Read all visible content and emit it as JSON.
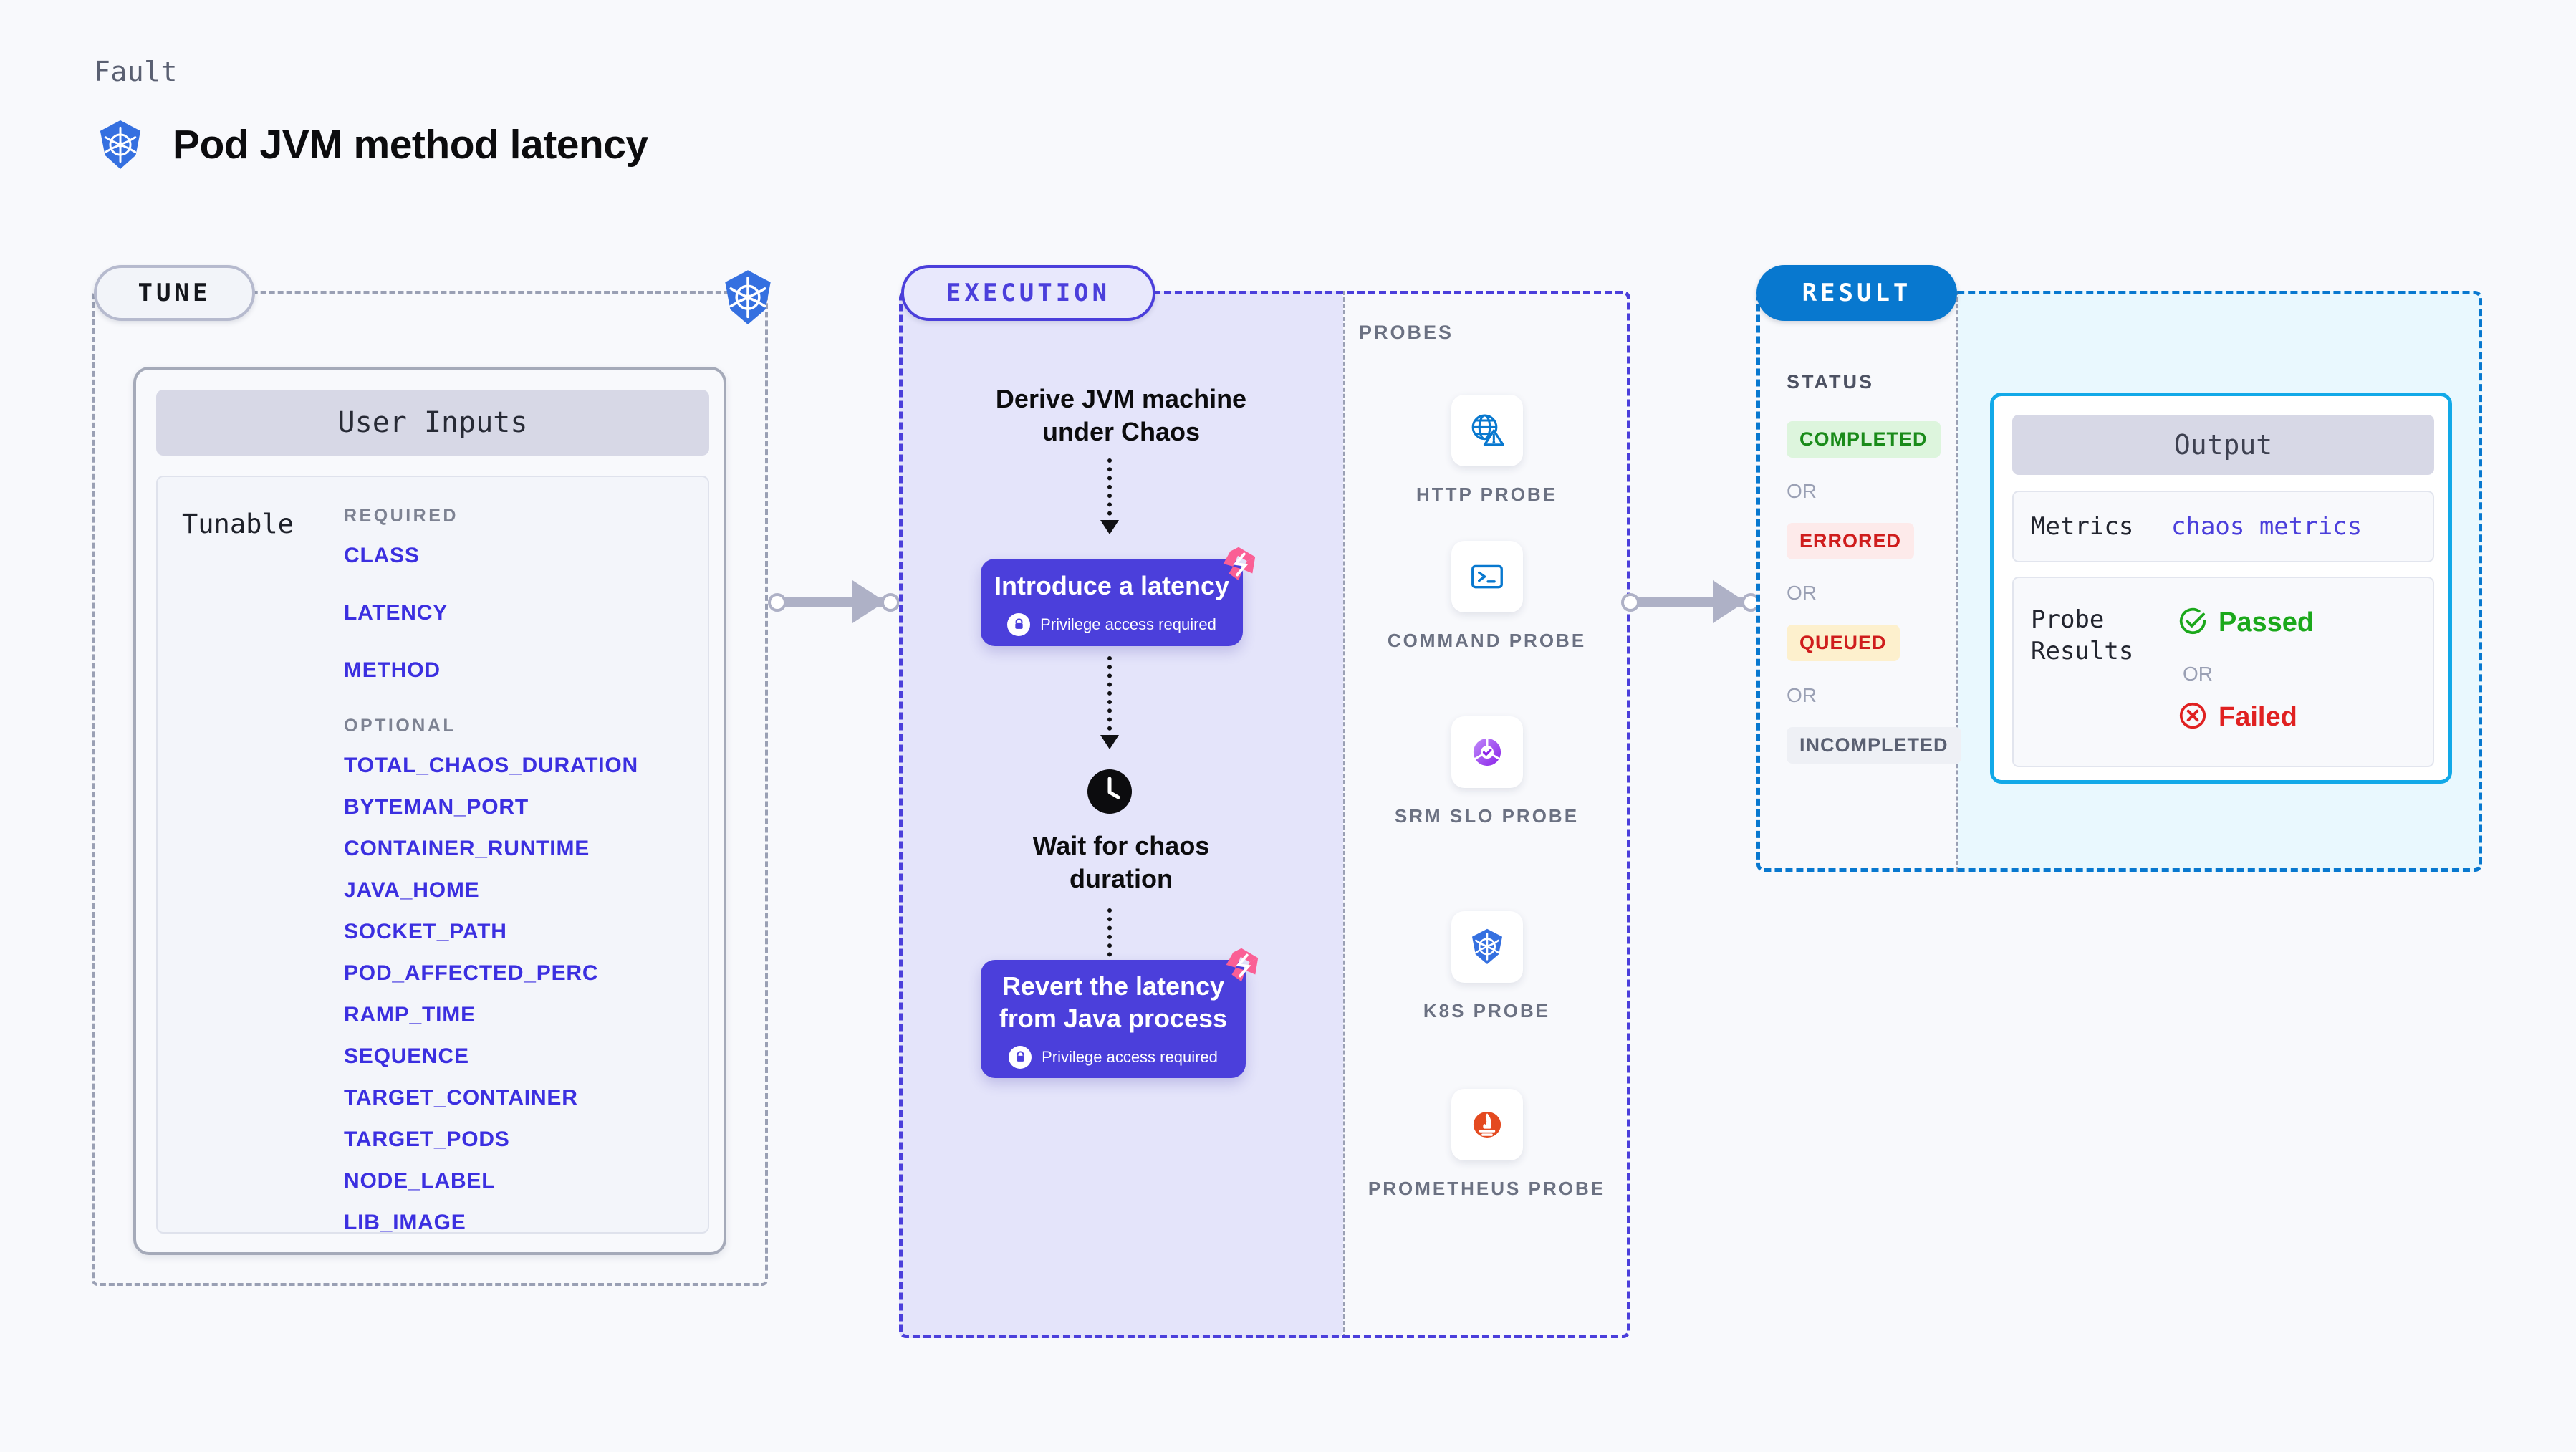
{
  "header": {
    "eyebrow": "Fault",
    "title": "Pod JVM method latency",
    "icon": "kubernetes-icon"
  },
  "tune": {
    "pill_label": "TUNE",
    "edge_icon": "kubernetes-icon",
    "card": {
      "header": "User Inputs",
      "tunable_label": "Tunable",
      "groups": [
        {
          "name": "REQUIRED",
          "params": [
            "CLASS",
            "LATENCY",
            "METHOD"
          ]
        },
        {
          "name": "OPTIONAL",
          "params": [
            "TOTAL_CHAOS_DURATION",
            "BYTEMAN_PORT",
            "CONTAINER_RUNTIME",
            "JAVA_HOME",
            "SOCKET_PATH",
            "POD_AFFECTED_PERC",
            "RAMP_TIME",
            "SEQUENCE",
            "TARGET_CONTAINER",
            "TARGET_PODS",
            "NODE_LABEL",
            "LIB_IMAGE"
          ]
        }
      ]
    }
  },
  "execution": {
    "pill_label": "EXECUTION",
    "steps": [
      {
        "type": "text",
        "label": "Derive JVM machine\nunder Chaos"
      },
      {
        "type": "action",
        "label": "Introduce a latency",
        "privilege_note": "Privilege access required",
        "badge_icon": "chaos-badge-icon",
        "lock_icon": "lock-icon"
      },
      {
        "type": "wait",
        "label": "Wait for chaos\nduration",
        "icon": "clock-icon"
      },
      {
        "type": "action",
        "label": "Revert the latency\nfrom Java process",
        "privilege_note": "Privilege access required",
        "badge_icon": "chaos-badge-icon",
        "lock_icon": "lock-icon"
      }
    ]
  },
  "probes": {
    "title": "PROBES",
    "items": [
      {
        "name": "HTTP PROBE",
        "icon": "globe-warning-icon"
      },
      {
        "name": "COMMAND PROBE",
        "icon": "terminal-icon"
      },
      {
        "name": "SRM SLO PROBE",
        "icon": "slo-gauge-icon"
      },
      {
        "name": "K8S PROBE",
        "icon": "kubernetes-icon"
      },
      {
        "name": "PROMETHEUS PROBE",
        "icon": "prometheus-icon"
      }
    ]
  },
  "result": {
    "pill_label": "RESULT",
    "status_title": "STATUS",
    "or_label": "OR",
    "statuses": [
      {
        "label": "COMPLETED",
        "bg": "#ddf5dd",
        "color": "#1a8b1a"
      },
      {
        "label": "ERRORED",
        "bg": "#fdeaea",
        "color": "#cf1d1d"
      },
      {
        "label": "QUEUED",
        "bg": "#fdf0cd",
        "color": "#cf1d1d"
      },
      {
        "label": "INCOMPLETED",
        "bg": "#eef0f5",
        "color": "#5a6072"
      }
    ],
    "output": {
      "header": "Output",
      "metrics_label": "Metrics",
      "metrics_value": "chaos metrics",
      "probe_results_label": "Probe\nResults",
      "passed_label": "Passed",
      "failed_label": "Failed",
      "or_label": "OR",
      "passed_icon": "check-circle-icon",
      "failed_icon": "x-circle-icon"
    }
  },
  "colors": {
    "accent_purple": "#4b3fdb",
    "accent_blue": "#0878cf",
    "k8s_blue": "#3570e0",
    "chaos_pink": "#fa5f95",
    "pass_green": "#1ba81b",
    "fail_red": "#e02121"
  }
}
